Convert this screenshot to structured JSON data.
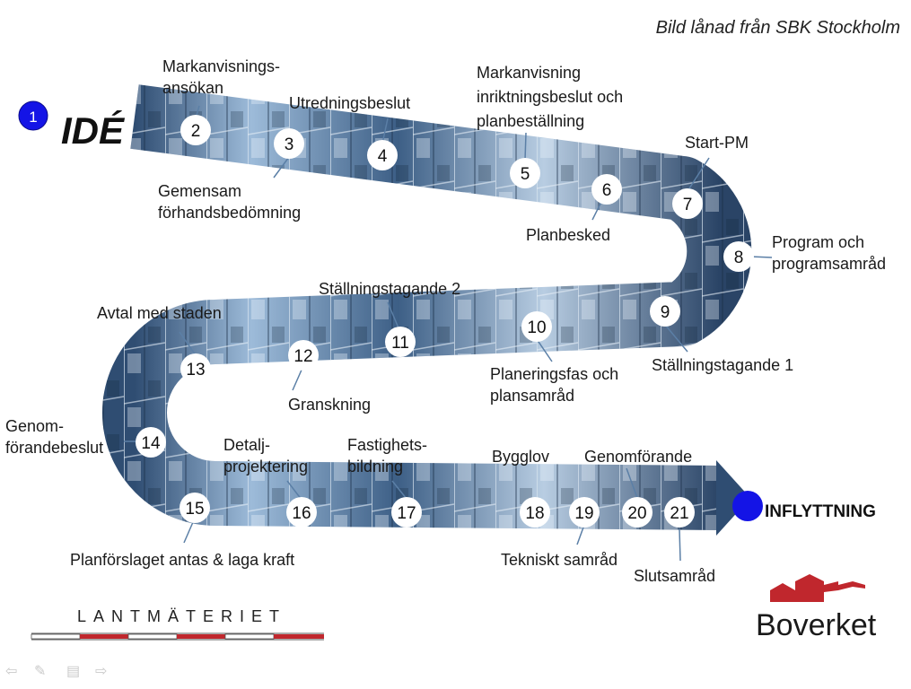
{
  "credit": "Bild lånad från SBK Stockholm",
  "start": {
    "num": "1",
    "word": "IDÉ"
  },
  "end": {
    "word": "INFLYTTNING"
  },
  "steps": [
    "2",
    "3",
    "4",
    "5",
    "6",
    "7",
    "8",
    "9",
    "10",
    "11",
    "12",
    "13",
    "14",
    "15",
    "16",
    "17",
    "18",
    "19",
    "20",
    "21"
  ],
  "labels": {
    "s2": [
      "Markanvisnings-",
      "ansökan"
    ],
    "s3": [
      "Gemensam",
      "förhandsbedömning"
    ],
    "s4": [
      "Utredningsbeslut"
    ],
    "s5": [
      "Markanvisning",
      "inriktningsbeslut och",
      "planbeställning"
    ],
    "s6": [
      "Planbesked"
    ],
    "s7": [
      "Start-PM"
    ],
    "s8": [
      "Program och",
      "programsamråd"
    ],
    "s9": [
      "Ställningstagande 1"
    ],
    "s10": [
      "Planeringsfas och",
      "plansamråd"
    ],
    "s11": [
      "Ställningstagande 2"
    ],
    "s12": [
      "Granskning"
    ],
    "s13": [
      "Avtal med staden"
    ],
    "s14": [
      "Genom-",
      "förandebeslut"
    ],
    "s15": [
      "Planförslaget antas & laga kraft"
    ],
    "s16": [
      "Detalj-",
      "projektering"
    ],
    "s17": [
      "Fastighets-",
      "bildning"
    ],
    "s18": [
      "Bygglov"
    ],
    "s19": [
      "Tekniskt samråd"
    ],
    "s20": [
      "Genomförande"
    ],
    "s21": [
      "Slutsamråd"
    ]
  },
  "logos": {
    "lantmateriet": "LANTMÄTERIET",
    "boverket": "Boverket"
  },
  "colors": {
    "start_marker": "#1414e6",
    "boverket_red": "#c0272d",
    "lantmateriet_red": "#c0272d",
    "road_dark": "#1f3550",
    "road_light": "#8fb0d2"
  },
  "nav_icons": [
    "arrow-left-icon",
    "pen-icon",
    "menu-icon",
    "arrow-right-icon"
  ]
}
